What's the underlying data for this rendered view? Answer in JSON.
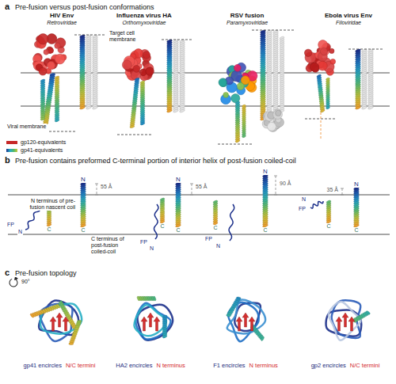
{
  "diagram": {
    "labels": [
      "a",
      "Pre-fusion versus post-fusion conformations",
      "HIV Env",
      "Retroviridae",
      "Influenza virus HA",
      "Orthomyxoviridae",
      "RSV fusion",
      "Paramyxoviridae",
      "Ebola virus Env",
      "Filoviridae",
      "Target cell membrane",
      "Viral membrane",
      "b",
      "Pre-fusion contains preformed C-terminal portion of interior helix of post-fusion coiled-coil",
      "N terminus of pre-fusion nascent coil",
      "C terminus of post-fusion coiled-coil",
      "N",
      "55 Å",
      "FP",
      "N",
      "C",
      "C",
      "N",
      "55 Å",
      "FP",
      "N",
      "C",
      "C",
      "N",
      "90 Å",
      "C",
      "FP",
      "N",
      "C",
      "N",
      "35 Å",
      "N",
      "FP",
      "C",
      "C",
      "c",
      "Pre-fusion topology",
      "90°",
      "gp41 encircles",
      "N/C termini",
      "HA2 encircles",
      "N terminus",
      "F1 encircles",
      "N terminus",
      "gp2 encircles",
      "N/C termini"
    ],
    "legend": [
      {
        "text": "gp120-equivalents",
        "color": "#c62828"
      },
      {
        "text": "gp41-equivalents"
      }
    ]
  }
}
